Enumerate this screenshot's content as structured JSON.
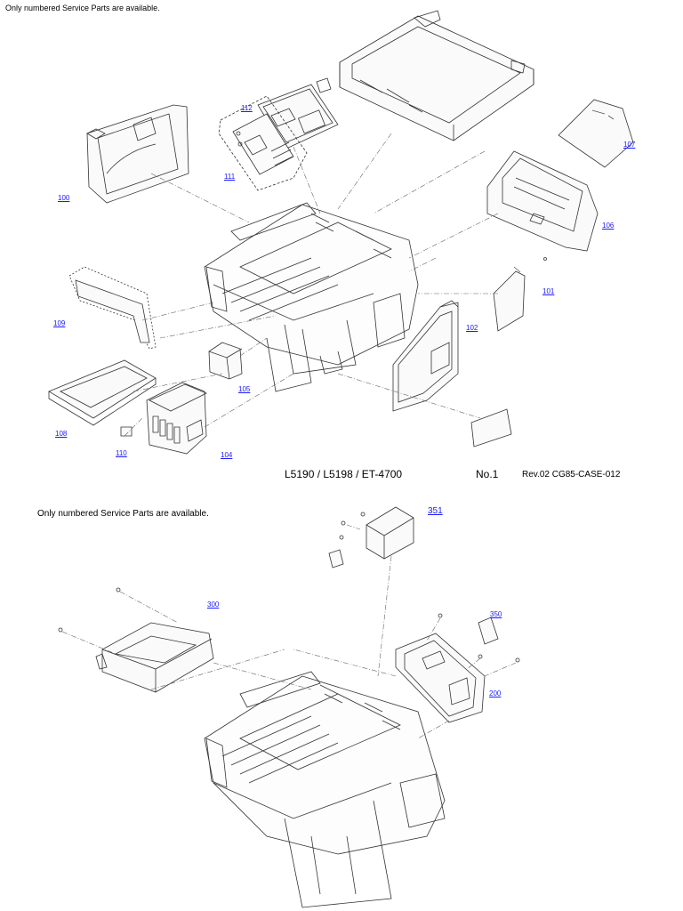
{
  "notice_top": "Only numbered Service Parts are available.",
  "notice_mid": "Only numbered Service Parts are available.",
  "footer": {
    "model": "L5190 / L5198 / ET-4700",
    "sheet": "No.1",
    "revision": "Rev.02 CG85-CASE-012"
  },
  "callouts": {
    "c100": "100",
    "c101": "101",
    "c102": "102",
    "c104": "104",
    "c105": "105",
    "c106": "106",
    "c107": "107",
    "c108": "108",
    "c109": "109",
    "c110": "110",
    "c111": "111",
    "c112": "112",
    "c200": "200",
    "c300": "300",
    "c350": "350",
    "c351": "351"
  },
  "colors": {
    "callout": "#1a1aff",
    "line": "#333333",
    "leader": "#555555"
  }
}
